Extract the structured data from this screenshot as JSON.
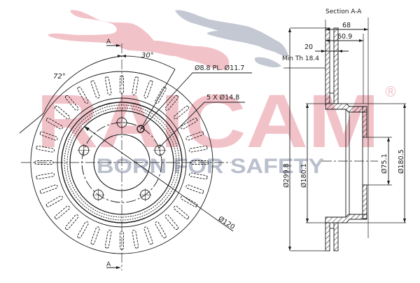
{
  "watermark": {
    "brand": "RAICAM",
    "registered_mark": "®",
    "tagline": "BORN FOR SAFETY",
    "brand_color": "#f2c2c9",
    "tagline_color": "#b9bfcc",
    "panther_pink": "#f2c2c9",
    "panther_grey": "#c3c8d3"
  },
  "front_view": {
    "section_marker_top": "A",
    "section_marker_bottom": "A",
    "angle_vent": "30°",
    "angle_bolt": "72°",
    "hole_callout": "Ø8.8 PL. Ø11.7",
    "bolt_callout": "5 X Ø14.8",
    "pcd_callout": "Ø120",
    "vent_count": 36,
    "bolt_hole_count": 5
  },
  "section_view": {
    "title": "Section A-A",
    "dim_overall_height": "68",
    "dim_hat_height": "60.9",
    "dim_thickness": "20",
    "min_thickness": "Min Th 18.4",
    "dia_outer": "Ø299.8",
    "dia_hat_inner": "Ø180.1",
    "dia_center_bore": "Ø75.1",
    "dia_hat_outer": "Ø180.5"
  },
  "colors": {
    "line": "#1a1a1a",
    "background": "#ffffff"
  }
}
